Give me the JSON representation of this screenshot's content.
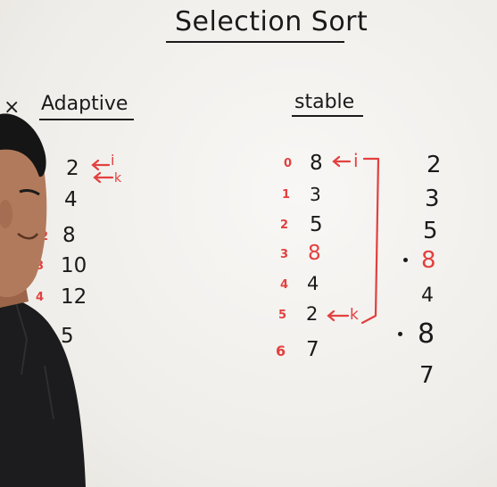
{
  "title": "Selection Sort",
  "left": {
    "mark": "×",
    "heading": "Adaptive",
    "values": [
      "2",
      "4",
      "8",
      "10",
      "12",
      "5"
    ],
    "indices": [
      "2",
      "3",
      "4"
    ],
    "pointer_i": "i",
    "pointer_k": "k"
  },
  "middle": {
    "heading": "stable",
    "indices": [
      "0",
      "1",
      "2",
      "3",
      "4",
      "5",
      "6"
    ],
    "values": [
      "8",
      "3",
      "5",
      "8",
      "4",
      "2",
      "7"
    ],
    "pointer_i": "i",
    "pointer_k": "k"
  },
  "right": {
    "values": [
      "2",
      "3",
      "5",
      "8",
      "4",
      "8",
      "7"
    ]
  },
  "colors": {
    "ink": "#1a1a1a",
    "marker_red": "#e2403f",
    "board": "#f3f1ee",
    "shirt": "#1c1c1e",
    "skin": "#b27a5c"
  }
}
